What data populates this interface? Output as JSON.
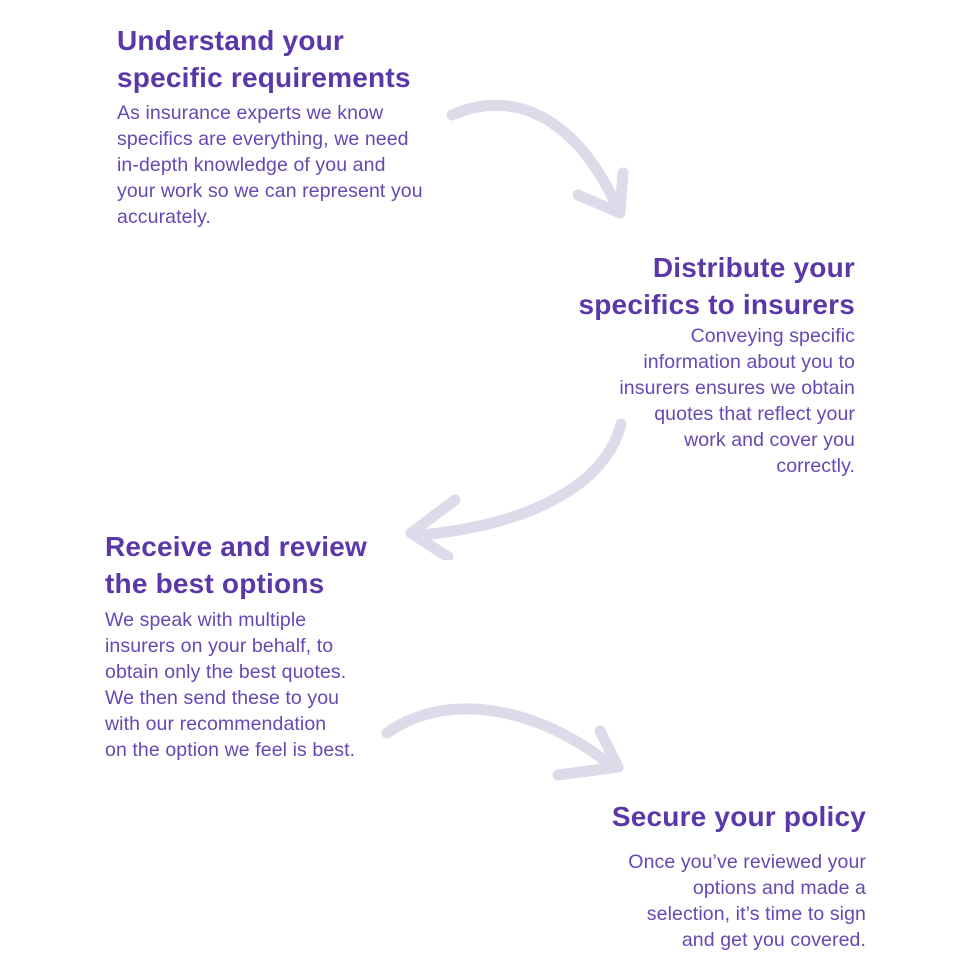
{
  "colors": {
    "heading": "#5b38a8",
    "body": "#6648b2",
    "arrow": "#dcdbe9",
    "background": "#ffffff"
  },
  "diagram": {
    "type": "process-flow",
    "steps": [
      {
        "heading_lines": [
          "Understand your",
          "specific requirements"
        ],
        "body_lines": [
          "As insurance experts we know",
          "specifics are everything, we need",
          "in-depth knowledge of you and",
          "your work so we can represent you",
          "accurately."
        ]
      },
      {
        "heading_lines": [
          "Distribute your",
          "specifics to insurers"
        ],
        "body_lines": [
          "Conveying specific",
          "information about you to",
          "insurers ensures we obtain",
          "quotes that reflect your",
          "work and cover you",
          "correctly."
        ]
      },
      {
        "heading_lines": [
          "Receive and review",
          "the best options"
        ],
        "body_lines": [
          "We speak with multiple",
          "insurers on your behalf, to",
          "obtain only the best quotes.",
          "We then send these to you",
          "with our recommendation",
          "on the option we feel is best."
        ]
      },
      {
        "heading_lines": [
          "Secure your policy"
        ],
        "body_lines": [
          "Once you’ve reviewed your",
          "options and made a",
          "selection, it’s time to sign",
          "and get you covered."
        ]
      }
    ],
    "arrows": [
      {
        "name": "curved-arrow-down-right"
      },
      {
        "name": "curved-arrow-down-left"
      },
      {
        "name": "curved-arrow-down-right"
      }
    ]
  }
}
